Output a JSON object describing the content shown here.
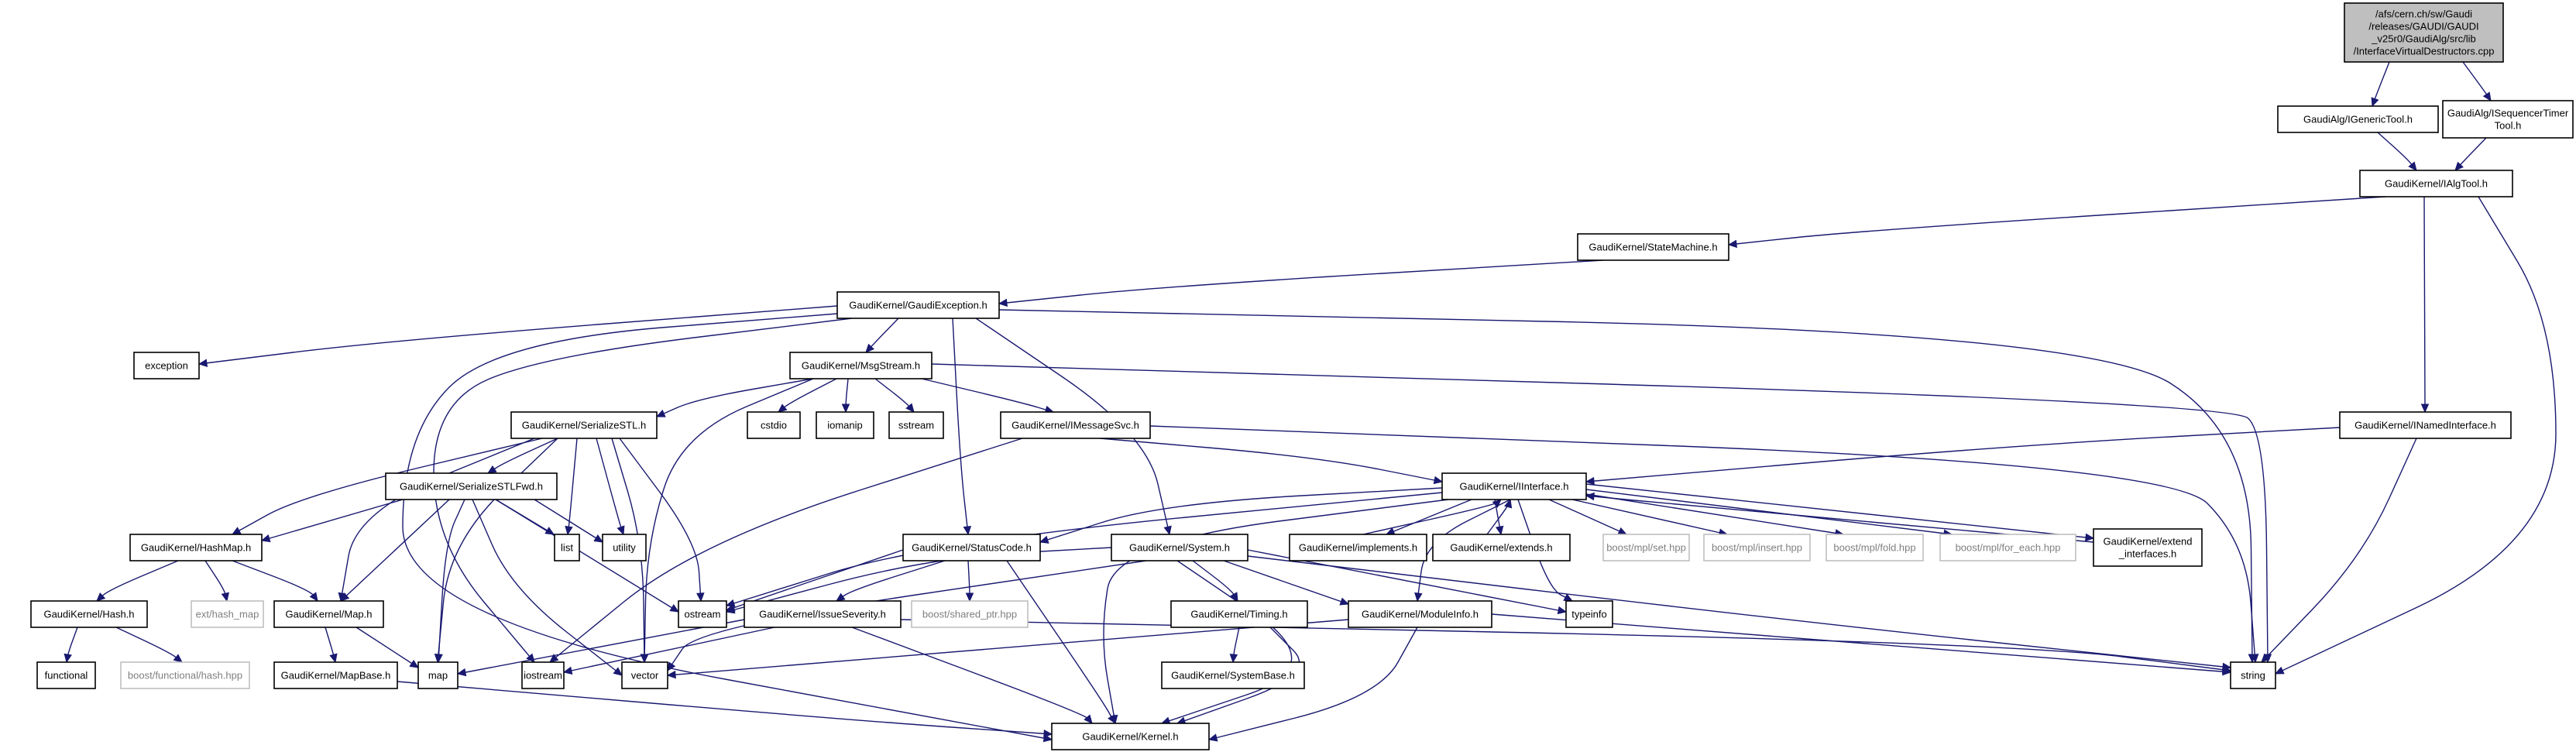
{
  "graph": {
    "nodes": [
      {
        "id": "n0",
        "lines": [
          "/afs/cern.ch/sw/Gaudi",
          "/releases/GAUDI/GAUDI",
          "_v25r0/GaudiAlg/src/lib",
          "/InterfaceVirtualDestructors.cpp"
        ],
        "root": true
      },
      {
        "id": "n1",
        "lines": [
          "GaudiAlg/IGenericTool.h"
        ]
      },
      {
        "id": "n2",
        "lines": [
          "GaudiAlg/ISequencerTimer",
          "Tool.h"
        ]
      },
      {
        "id": "n3",
        "lines": [
          "GaudiKernel/IAlgTool.h"
        ]
      },
      {
        "id": "n4",
        "lines": [
          "GaudiKernel/StateMachine.h"
        ]
      },
      {
        "id": "n5",
        "lines": [
          "GaudiKernel/INamedInterface.h"
        ]
      },
      {
        "id": "n6",
        "lines": [
          "GaudiKernel/GaudiException.h"
        ]
      },
      {
        "id": "n7",
        "lines": [
          "exception"
        ]
      },
      {
        "id": "n8",
        "lines": [
          "GaudiKernel/MsgStream.h"
        ]
      },
      {
        "id": "n9",
        "lines": [
          "cstdio"
        ]
      },
      {
        "id": "n10",
        "lines": [
          "iomanip"
        ]
      },
      {
        "id": "n11",
        "lines": [
          "sstream"
        ]
      },
      {
        "id": "n12",
        "lines": [
          "GaudiKernel/SerializeSTL.h"
        ]
      },
      {
        "id": "n13",
        "lines": [
          "GaudiKernel/IMessageSvc.h"
        ]
      },
      {
        "id": "n14",
        "lines": [
          "GaudiKernel/SerializeSTLFwd.h"
        ]
      },
      {
        "id": "n15",
        "lines": [
          "GaudiKernel/IInterface.h"
        ]
      },
      {
        "id": "n16",
        "lines": [
          "list"
        ]
      },
      {
        "id": "n17",
        "lines": [
          "utility"
        ]
      },
      {
        "id": "n18",
        "lines": [
          "GaudiKernel/HashMap.h"
        ]
      },
      {
        "id": "n19",
        "lines": [
          "GaudiKernel/StatusCode.h"
        ]
      },
      {
        "id": "n20",
        "lines": [
          "GaudiKernel/System.h"
        ]
      },
      {
        "id": "n21",
        "lines": [
          "GaudiKernel/implements.h"
        ]
      },
      {
        "id": "n22",
        "lines": [
          "GaudiKernel/extends.h"
        ]
      },
      {
        "id": "n23",
        "lines": [
          "boost/mpl/set.hpp"
        ],
        "ext": true
      },
      {
        "id": "n24",
        "lines": [
          "boost/mpl/insert.hpp"
        ],
        "ext": true
      },
      {
        "id": "n25",
        "lines": [
          "boost/mpl/fold.hpp"
        ],
        "ext": true
      },
      {
        "id": "n26",
        "lines": [
          "boost/mpl/for_each.hpp"
        ],
        "ext": true
      },
      {
        "id": "n27",
        "lines": [
          "GaudiKernel/extend",
          "_interfaces.h"
        ]
      },
      {
        "id": "n28",
        "lines": [
          "GaudiKernel/Hash.h"
        ]
      },
      {
        "id": "n29",
        "lines": [
          "ext/hash_map"
        ],
        "ext": true
      },
      {
        "id": "n30",
        "lines": [
          "GaudiKernel/Map.h"
        ]
      },
      {
        "id": "n31",
        "lines": [
          "ostream"
        ]
      },
      {
        "id": "n32",
        "lines": [
          "GaudiKernel/IssueSeverity.h"
        ]
      },
      {
        "id": "n33",
        "lines": [
          "boost/shared_ptr.hpp"
        ],
        "ext": true
      },
      {
        "id": "n34",
        "lines": [
          "GaudiKernel/Timing.h"
        ]
      },
      {
        "id": "n35",
        "lines": [
          "GaudiKernel/ModuleInfo.h"
        ]
      },
      {
        "id": "n36",
        "lines": [
          "typeinfo"
        ]
      },
      {
        "id": "n37",
        "lines": [
          "functional"
        ]
      },
      {
        "id": "n38",
        "lines": [
          "boost/functional/hash.hpp"
        ],
        "ext": true
      },
      {
        "id": "n39",
        "lines": [
          "GaudiKernel/MapBase.h"
        ]
      },
      {
        "id": "n40",
        "lines": [
          "map"
        ]
      },
      {
        "id": "n41",
        "lines": [
          "iostream"
        ]
      },
      {
        "id": "n42",
        "lines": [
          "vector"
        ]
      },
      {
        "id": "n43",
        "lines": [
          "GaudiKernel/SystemBase.h"
        ]
      },
      {
        "id": "n44",
        "lines": [
          "string"
        ]
      },
      {
        "id": "n45",
        "lines": [
          "GaudiKernel/Kernel.h"
        ]
      }
    ]
  }
}
